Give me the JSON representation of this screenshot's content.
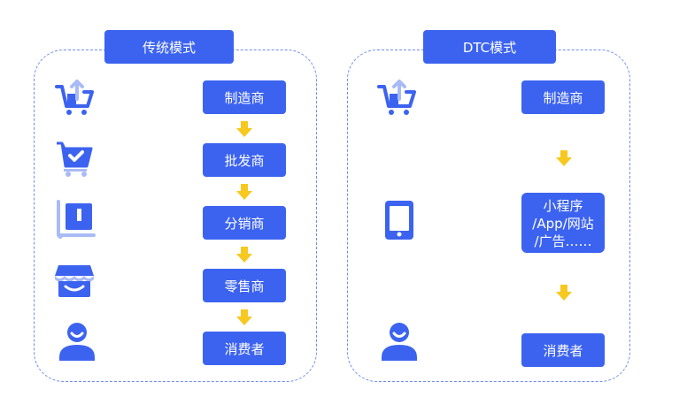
{
  "colors": {
    "primary": "#3c63f0",
    "primary_light": "#a9bbf6",
    "arrow": "#f7c81e",
    "dashed_border": "#6f8cf0"
  },
  "traditional": {
    "title": "传统模式",
    "nodes": [
      "制造商",
      "批发商",
      "分销商",
      "零售商",
      "消费者"
    ],
    "icons": [
      "cart-upload-icon",
      "cart-check-icon",
      "warehouse-cart-icon",
      "storefront-icon",
      "user-icon"
    ]
  },
  "dtc": {
    "title": "DTC模式",
    "nodes": [
      "制造商",
      "小程序\n/App/网站\n/广告……",
      "消费者"
    ],
    "icons": [
      "cart-upload-icon",
      "phone-icon",
      "user-icon"
    ]
  }
}
